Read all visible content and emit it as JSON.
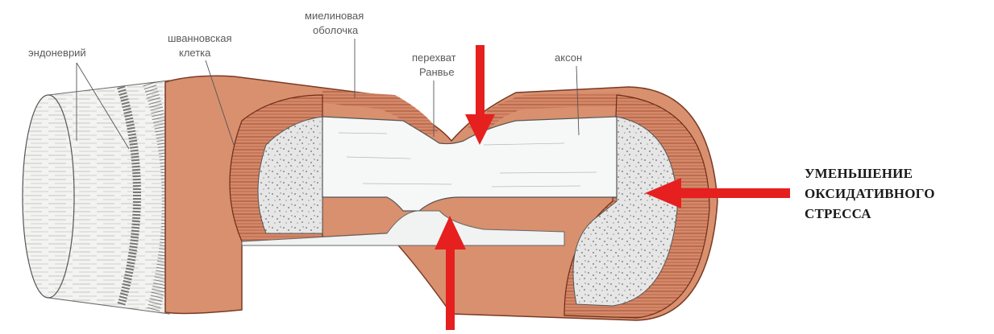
{
  "labels": {
    "endoneurium": "эндоневрий",
    "schwann_line1": "шванновская",
    "schwann_line2": "клетка",
    "myelin_line1": "миелиновая",
    "myelin_line2": "оболочка",
    "node_line1": "перехват",
    "node_line2": "Ранвье",
    "axon": "аксон"
  },
  "callout": {
    "line1": "УМЕНЬШЕНИЕ",
    "line2": "ОКСИДАТИВНОГО",
    "line3": "СТРЕССА"
  },
  "colors": {
    "arrow": "#e61f1f",
    "myelin": "#d08866",
    "myelin_dark": "#8e3a22",
    "axon_fill": "#f6f8f8",
    "endoneurium_fill": "#f1f1ef"
  }
}
